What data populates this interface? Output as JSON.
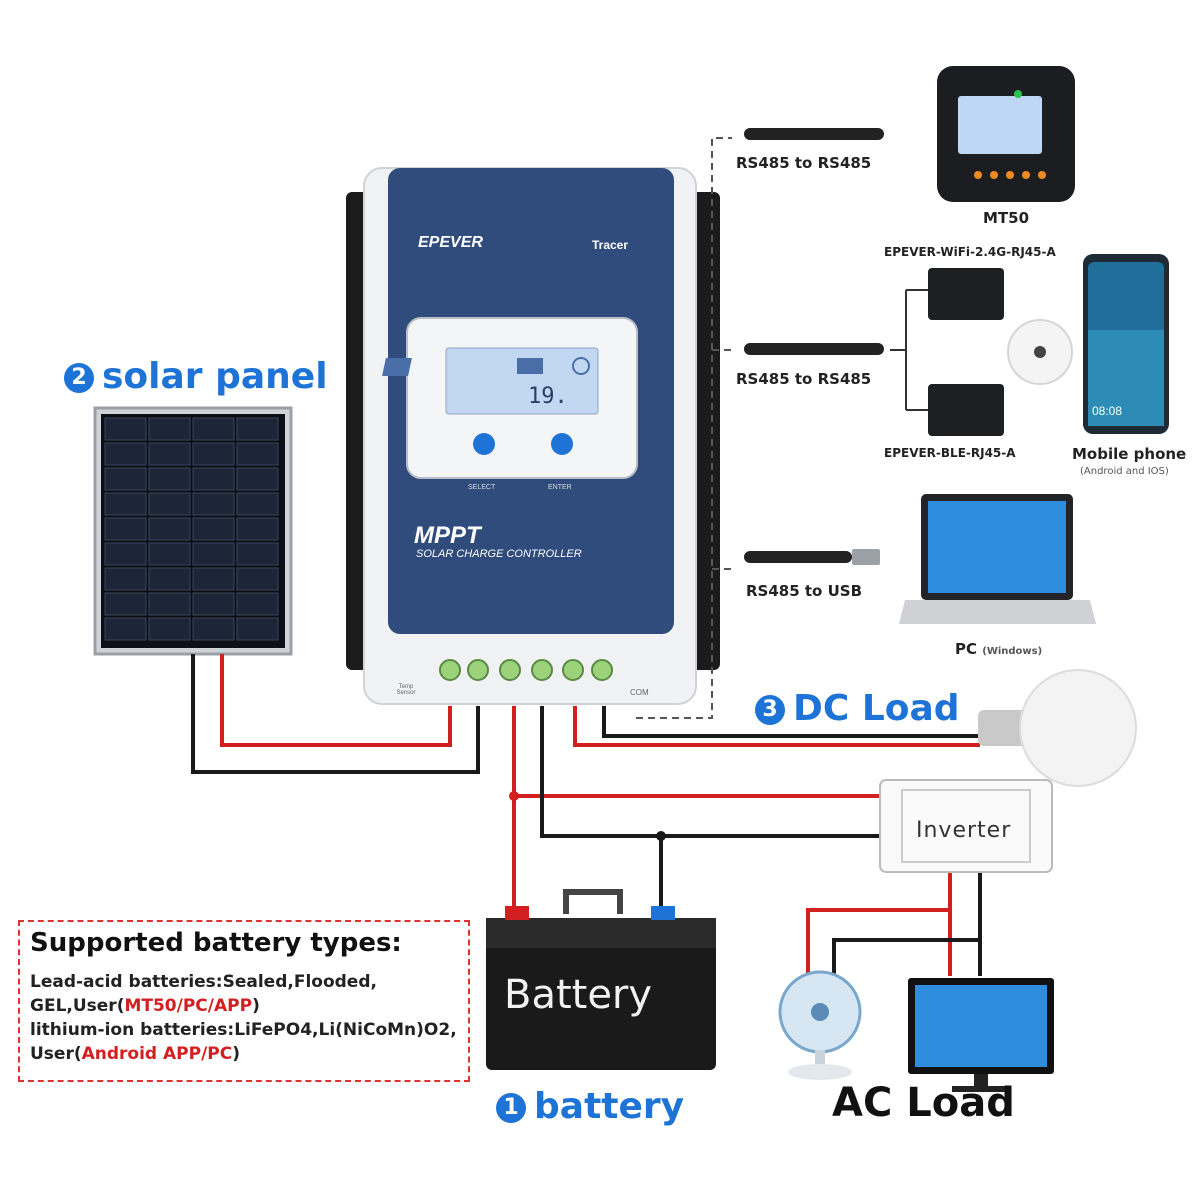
{
  "controller": {
    "brand": "EPEVER",
    "model": "Tracer",
    "lcd_value": "19.",
    "button_select": "SELECT",
    "button_enter": "ENTER",
    "mppt": "MPPT",
    "subtitle": "SOLAR CHARGE CONTROLLER",
    "com_label": "COM",
    "temp_label": "Temp Sensor"
  },
  "labels": {
    "solar_panel": {
      "num": "2",
      "text": "solar panel"
    },
    "dc_load": {
      "num": "3",
      "text": "DC Load"
    },
    "battery": {
      "num": "1",
      "text": "battery"
    },
    "ac_load": "AC Load",
    "inverter": "Inverter",
    "battery_body": "Battery"
  },
  "connections": {
    "cable1": "RS485 to RS485",
    "cable2": "RS485 to RS485",
    "cable3": "RS485 to USB",
    "mt50": "MT50",
    "wifi": "EPEVER-WiFi-2.4G-RJ45-A",
    "ble": "EPEVER-BLE-RJ45-A",
    "mobile": "Mobile phone",
    "mobile_sub": "(Android and IOS)",
    "phone_time": "08:08",
    "pc": "PC",
    "pc_sub": "(Windows)"
  },
  "battery_types": {
    "title": "Supported battery types:",
    "line1": "Lead-acid batteries:Sealed,Flooded,",
    "line2a": "GEL,User(",
    "line2b": "MT50/PC/APP",
    "line2c": ")",
    "line3": "lithium-ion batteries:LiFePO4,Li(NiCoMn)O2,",
    "line4a": "User(",
    "line4b": "Android APP/PC",
    "line4c": ")"
  },
  "colors": {
    "accent": "#1e74d6",
    "wire_red": "#d21f1f",
    "wire_black": "#1a1a1a",
    "controller_navy": "#2f4c7c"
  }
}
